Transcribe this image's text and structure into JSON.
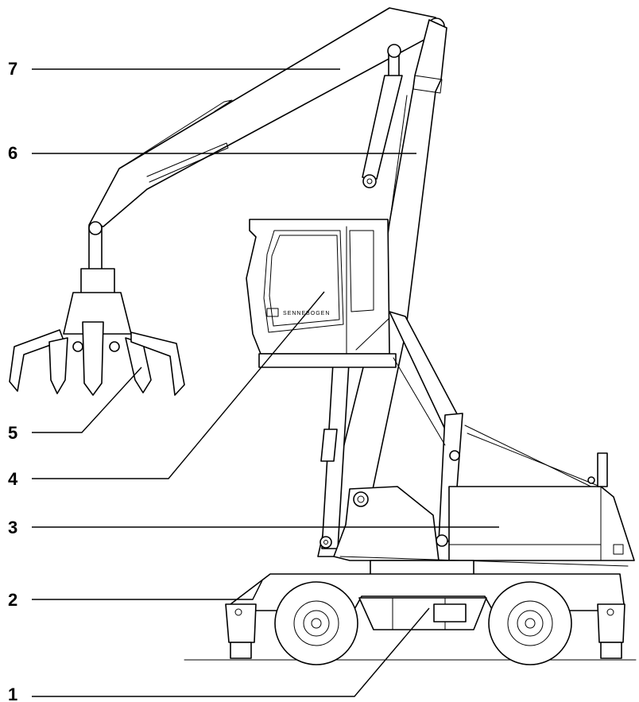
{
  "brand": {
    "label": "SENNEBOGEN"
  },
  "callouts": [
    {
      "id": "1",
      "label": "1",
      "part": "undercarriage-center"
    },
    {
      "id": "2",
      "label": "2",
      "part": "undercarriage-frame"
    },
    {
      "id": "3",
      "label": "3",
      "part": "upper-carriage-counterweight"
    },
    {
      "id": "4",
      "label": "4",
      "part": "operator-cab"
    },
    {
      "id": "5",
      "label": "5",
      "part": "orange-peel-grab"
    },
    {
      "id": "6",
      "label": "6",
      "part": "boom"
    },
    {
      "id": "7",
      "label": "7",
      "part": "stick"
    }
  ],
  "colors": {
    "line": "#000000",
    "background": "#ffffff"
  }
}
